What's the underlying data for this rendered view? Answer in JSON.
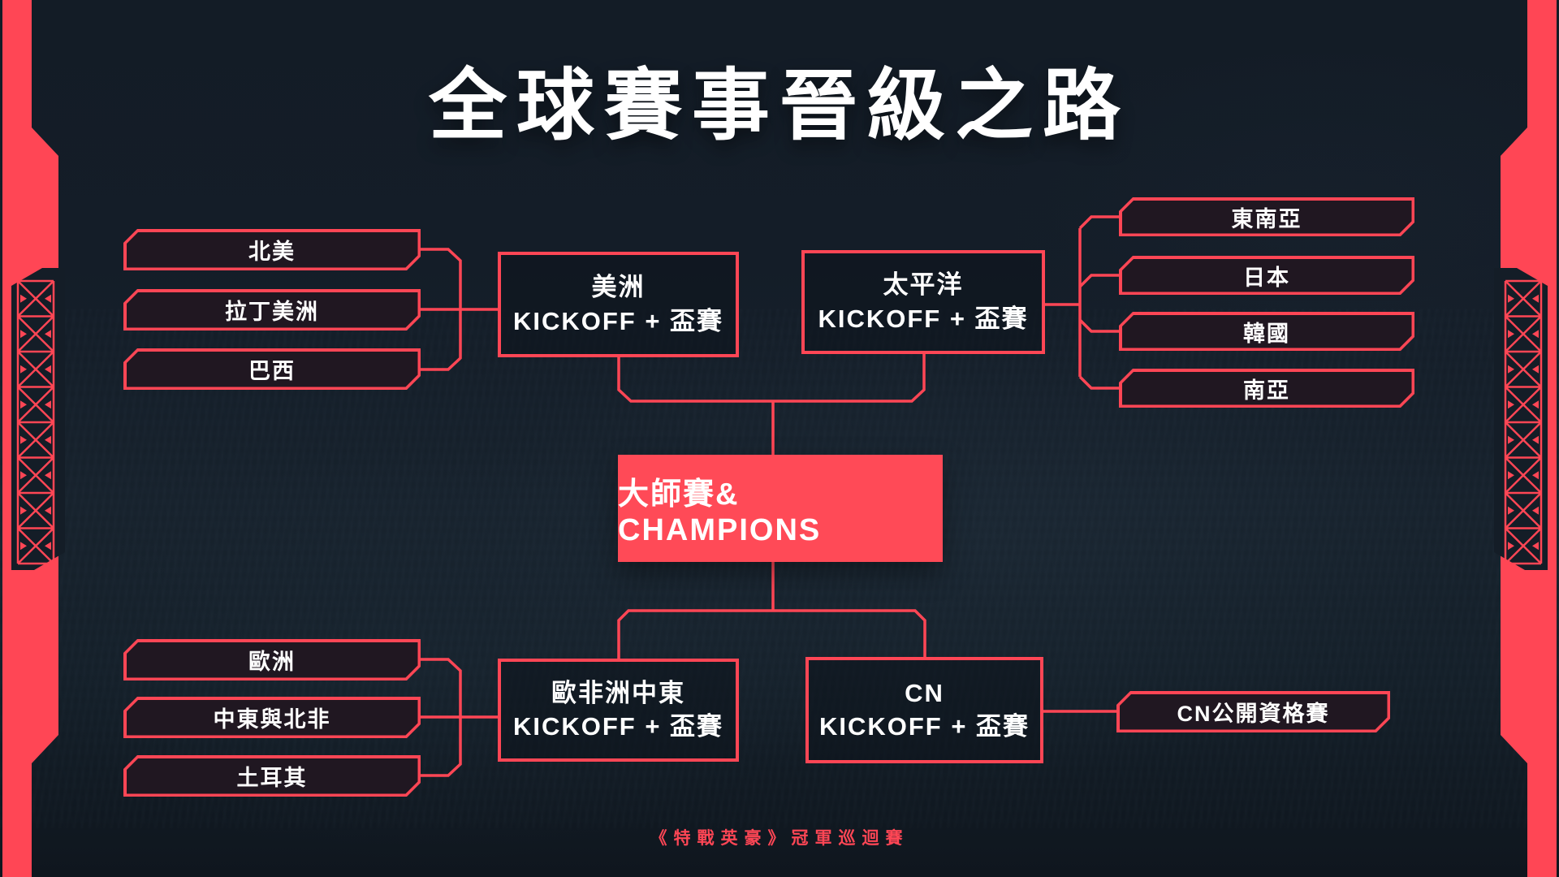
{
  "title": "全球賽事晉級之路",
  "footer_text": "《特戰英豪》冠軍巡迴賽",
  "colors": {
    "accent": "#ff4655",
    "background": "#141d27",
    "champions_fill": "#ff4a57",
    "box_fill": "#0d141d",
    "text": "#ffffff"
  },
  "bracket": {
    "americas_feeders": [
      "北美",
      "拉丁美洲",
      "巴西"
    ],
    "americas_event": {
      "line1": "美洲",
      "line2": "KICKOFF + 盃賽"
    },
    "pacific_event": {
      "line1": "太平洋",
      "line2": "KICKOFF + 盃賽"
    },
    "pacific_feeders": [
      "東南亞",
      "日本",
      "韓國",
      "南亞"
    ],
    "champions_label": "大師賽& CHAMPIONS",
    "emea_feeders": [
      "歐洲",
      "中東與北非",
      "土耳其"
    ],
    "emea_event": {
      "line1": "歐非洲中東",
      "line2": "KICKOFF + 盃賽"
    },
    "cn_event": {
      "line1": "CN",
      "line2": "KICKOFF + 盃賽"
    },
    "cn_feeder": "CN公開資格賽"
  }
}
